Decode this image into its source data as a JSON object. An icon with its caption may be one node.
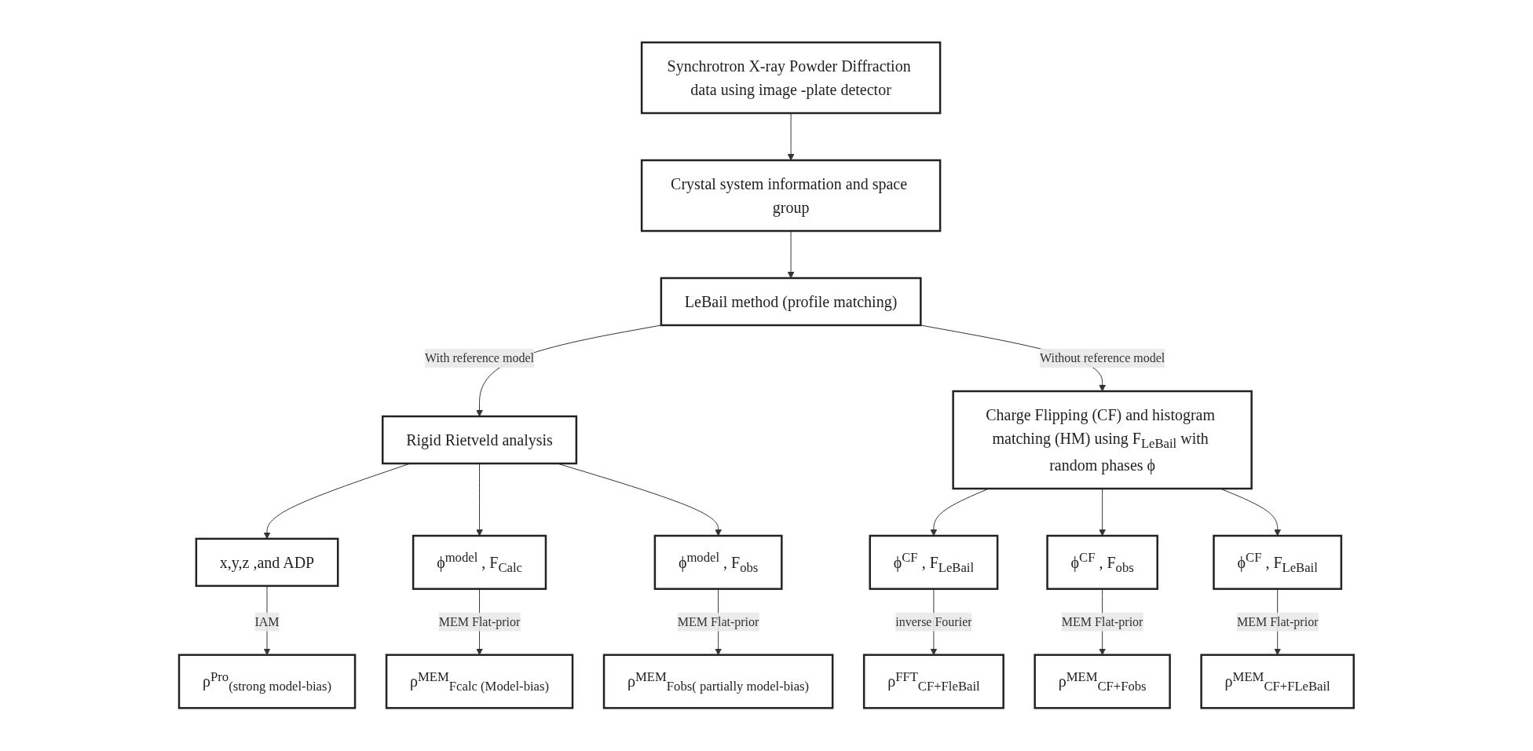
{
  "diagram": {
    "nodes": [
      {
        "text": [
          "Synchrotron X-ray Powder Diffraction data using image -plate detector"
        ]
      },
      {
        "text": [
          "Crystal system information and space group"
        ]
      },
      {
        "text": [
          "LeBail method (profile matching)"
        ]
      },
      {
        "text": [
          "Rigid Rietveld analysis"
        ]
      },
      {
        "text": [
          "Charge Flipping (CF) and histogram matching (HM) using F$_{LeBail}$ with random phases ϕ"
        ]
      },
      {
        "text": [
          "x,y,z ,and ADP"
        ]
      },
      {
        "text": [
          "ρ$^{Pro}$$_{(strong model-bias)}$"
        ]
      },
      {
        "text": [
          "ρ$^{FFT}$$_{CF+FleBail}$"
        ]
      },
      {
        "text": [
          "ϕ$^{CF}$ , F$_{LeBail}$"
        ]
      },
      {
        "text": [
          "ϕ$^{model}$ , F$_{Calc}$"
        ]
      },
      {
        "text": [
          "ρ$^{MEM}$$_{Fcalc (Model-bias)}$"
        ]
      },
      {
        "text": [
          "ρ$^{MEM}$$_{CF+Fobs}$"
        ]
      },
      {
        "text": [
          "ϕ$^{CF}$ , F$_{obs}$"
        ]
      },
      {
        "text": [
          "ϕ$^{model}$ , F$_{obs}$"
        ]
      },
      {
        "text": [
          "ρ$^{MEM}$$_{Fobs( partially model-bias)}$"
        ]
      },
      {
        "text": [
          "ρ$^{MEM}$$_{CF+FLeBail}$"
        ]
      },
      {
        "text": [
          "ϕ$^{CF}$ , F$_{LeBail}$"
        ]
      }
    ],
    "edges": [
      {
        "from": 0,
        "to": 1,
        "arrow": "to"
      },
      {
        "from": 1,
        "to": 2,
        "arrow": "to"
      },
      {
        "from": 2,
        "to": 3,
        "arrow": "to",
        "label": "With reference model"
      },
      {
        "from": 2,
        "to": 4,
        "arrow": "to",
        "label": "Without reference model"
      },
      {
        "from": 3,
        "to": 5,
        "arrow": "to"
      },
      {
        "from": 5,
        "to": 6,
        "arrow": "to",
        "label": "IAM"
      },
      {
        "from": 4,
        "to": 8,
        "arrow": "to"
      },
      {
        "from": 8,
        "to": 7,
        "arrow": "to",
        "label": "inverse Fourier"
      },
      {
        "from": 3,
        "to": 9,
        "arrow": "to"
      },
      {
        "from": 9,
        "to": 10,
        "arrow": "to",
        "label": "MEM Flat-prior"
      },
      {
        "from": 4,
        "to": 12,
        "arrow": "to"
      },
      {
        "from": 12,
        "to": 11,
        "arrow": "to",
        "label": "MEM Flat-prior"
      },
      {
        "from": 3,
        "to": 13,
        "arrow": "to"
      },
      {
        "from": 13,
        "to": 14,
        "arrow": "to",
        "label": "MEM Flat-prior"
      },
      {
        "from": 4,
        "to": 16,
        "arrow": "to"
      },
      {
        "from": 16,
        "to": 15,
        "arrow": "to",
        "label": "MEM Flat-prior"
      }
    ]
  }
}
